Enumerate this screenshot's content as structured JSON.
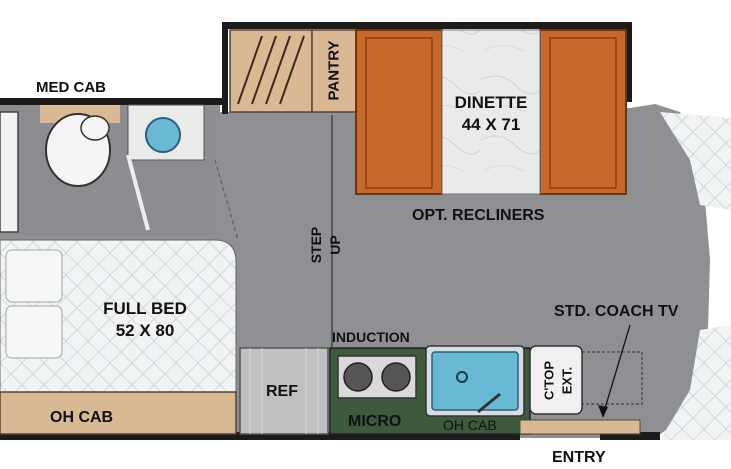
{
  "labels": {
    "med_cab": "MED CAB",
    "pantry": "PANTRY",
    "dinette": "DINETTE",
    "dinette_size": "44 X 71",
    "opt_recliners": "OPT. RECLINERS",
    "step_up_1": "STEP",
    "step_up_2": "UP",
    "full_bed": "FULL BED",
    "full_bed_size": "52 X 80",
    "oh_cab_left": "OH CAB",
    "ref": "REF",
    "induction": "INDUCTION",
    "micro": "MICRO",
    "oh_cab_kitchen": "OH CAB",
    "ctop": "C'TOP",
    "ext": "EXT.",
    "std_coach_tv": "STD. COACH TV",
    "entry": "ENTRY"
  },
  "colors": {
    "floor": "#8f9194",
    "floor_dark": "#7b7d80",
    "wall": "#1b1b1b",
    "wood": "#d9b894",
    "wood_dark": "#a07851",
    "cushion": "#c7692a",
    "cushion_edge": "#8a3f12",
    "counter": "#3e5a3c",
    "quilt": "#eceff1",
    "sink": "#68b9d6"
  }
}
